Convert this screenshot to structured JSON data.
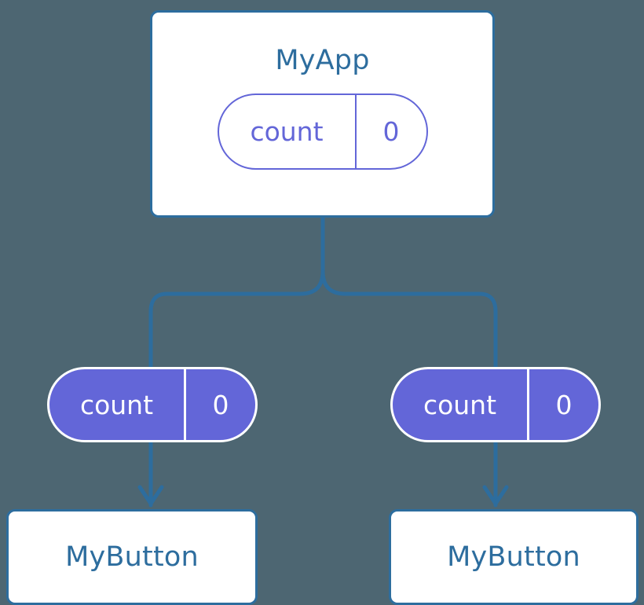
{
  "diagram": {
    "title": "MyApp",
    "background_color": "#4d6672",
    "accent_blue": "#2d6d9e",
    "accent_purple": "#6366d8",
    "nodes": {
      "root": {
        "label": "MyApp",
        "state": {
          "key": "count",
          "value": "0"
        }
      },
      "left_leaf": {
        "label": "MyButton"
      },
      "right_leaf": {
        "label": "MyButton"
      }
    },
    "props": {
      "left": {
        "key": "count",
        "value": "0"
      },
      "right": {
        "key": "count",
        "value": "0"
      }
    }
  }
}
